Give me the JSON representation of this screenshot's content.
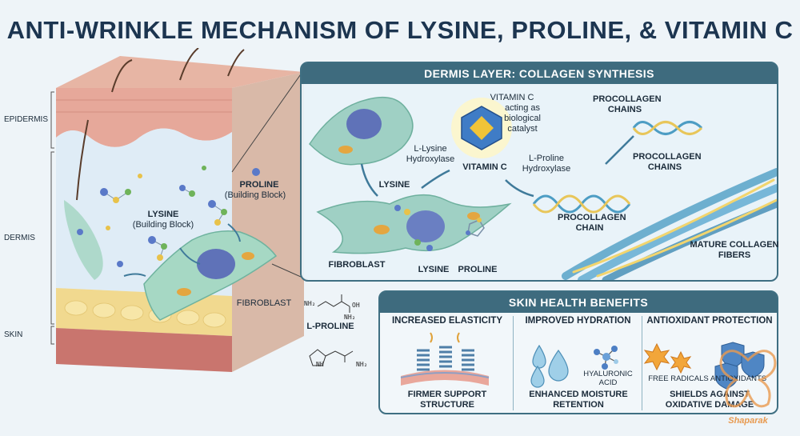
{
  "title": "ANTI-WRINKLE MECHANISM OF LYSINE, PROLINE, & VITAMIN C",
  "skin_layers": {
    "epidermis": "EPIDERMIS",
    "dermis": "DERMIS",
    "skin": "SKIN"
  },
  "skin_block": {
    "proline": "PROLINE",
    "proline_sub": "(Building Block)",
    "lysine": "LYSINE",
    "lysine_sub": "(Building Block)",
    "fibroblast": "FIBROBLAST"
  },
  "structures": {
    "l_proline": "L-PROLINE",
    "nh2": "NH₂",
    "oh": "OH",
    "nh": "NH"
  },
  "dermis_panel": {
    "header": "DERMIS LAYER: COLLAGEN SYNTHESIS",
    "vitamin_c_note_title": "VITAMIN C",
    "vitamin_c_note": "acting as biological catalyst",
    "vitamin_c": "VITAMIN C",
    "l_lysine_hydroxylase": "L-Lysine Hydroxylase",
    "l_proline_hydroxylase": "L-Proline Hydroxylase",
    "lysine_top": "LYSINE",
    "fibroblast": "FIBROBLAST",
    "lysine": "LYSINE",
    "proline": "PROLINE",
    "procollagen_chain": "PROCOLLAGEN CHAIN",
    "procollagen_chains_top": "PROCOLLAGEN CHAINS",
    "procollagen_chains_mid": "PROCOLLAGEN CHAINS",
    "mature_fibers": "MATURE COLLAGEN FIBERS"
  },
  "benefits_panel": {
    "header": "SKIN HEALTH BENEFITS",
    "columns": [
      {
        "title": "INCREASED ELASTICITY",
        "footer": "FIRMER SUPPORT STRUCTURE"
      },
      {
        "title": "IMPROVED HYDRATION",
        "footer": "ENHANCED MOISTURE RETENTION",
        "note": "HYALURONIC ACID"
      },
      {
        "title": "ANTIOXIDANT PROTECTION",
        "footer": "SHIELDS AGAINST OXIDATIVE DAMAGE",
        "left_note": "FREE RADICALS",
        "right_note": "ANTIOXIDANTS"
      }
    ]
  },
  "watermark": "Shaparak",
  "colors": {
    "panel_header": "#3e6b7e",
    "title": "#1c3550",
    "cell": "#9fd0c4",
    "nucleus": "#5f72b8",
    "collagen_gold": "#e8c65a",
    "collagen_blue": "#4d9dc4"
  }
}
